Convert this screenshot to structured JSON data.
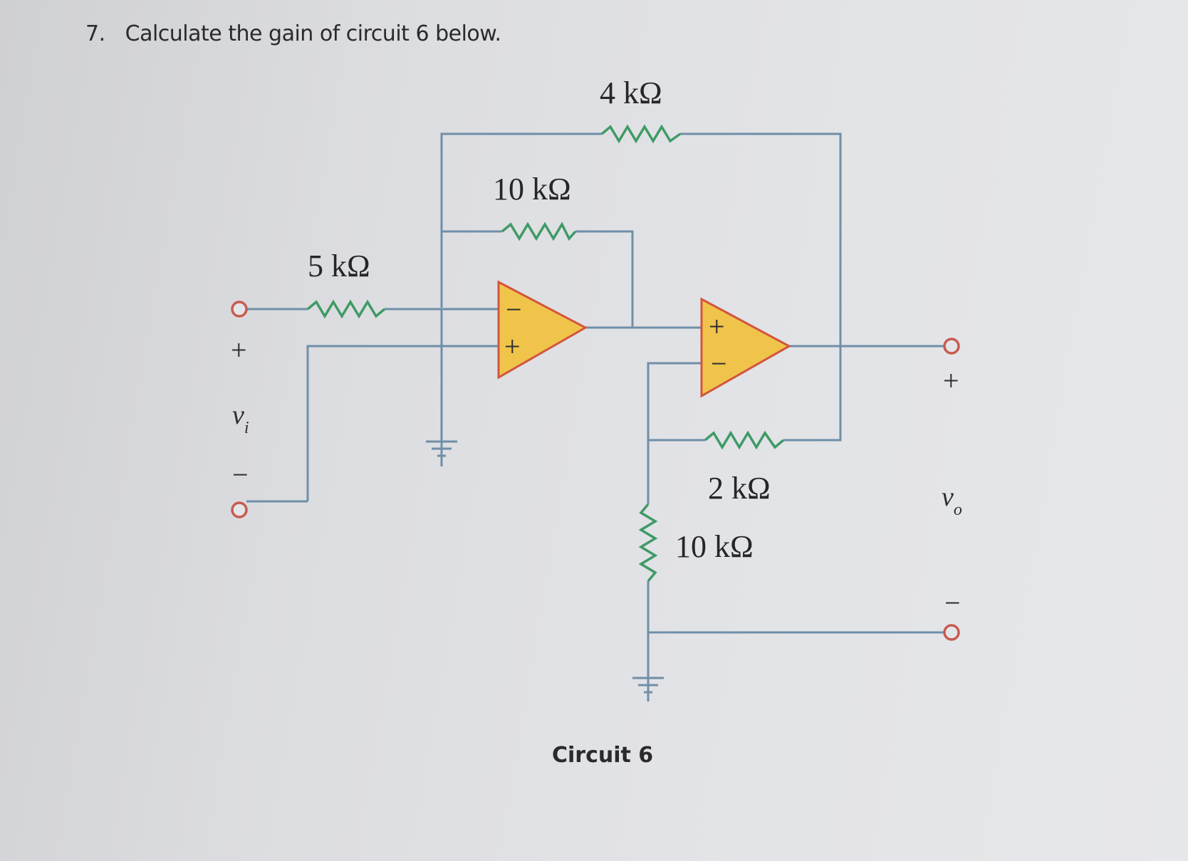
{
  "question": {
    "number": "7.",
    "text": "Calculate the gain of circuit 6 below."
  },
  "circuit": {
    "caption": "Circuit 6",
    "resistors": {
      "r_feedback_outer": "4 kΩ",
      "r_feedback_inner": "10 kΩ",
      "r_input": "5 kΩ",
      "r_feedback_stage2": "2 kΩ",
      "r_ground_stage2": "10 kΩ"
    },
    "input": {
      "plus": "+",
      "minus": "−",
      "var": "v",
      "sub": "i"
    },
    "output": {
      "plus": "+",
      "minus": "−",
      "var": "v",
      "sub": "o"
    },
    "opamp1": {
      "top_sign": "−",
      "bottom_sign": "+"
    },
    "opamp2": {
      "top_sign": "+",
      "bottom_sign": "−"
    }
  },
  "colors": {
    "wire": "#6f8fa8",
    "resistor": "#3f9a66",
    "opamp_fill": "#f0c44a",
    "opamp_outline": "#d2553e",
    "terminal": "#c85a4e"
  }
}
